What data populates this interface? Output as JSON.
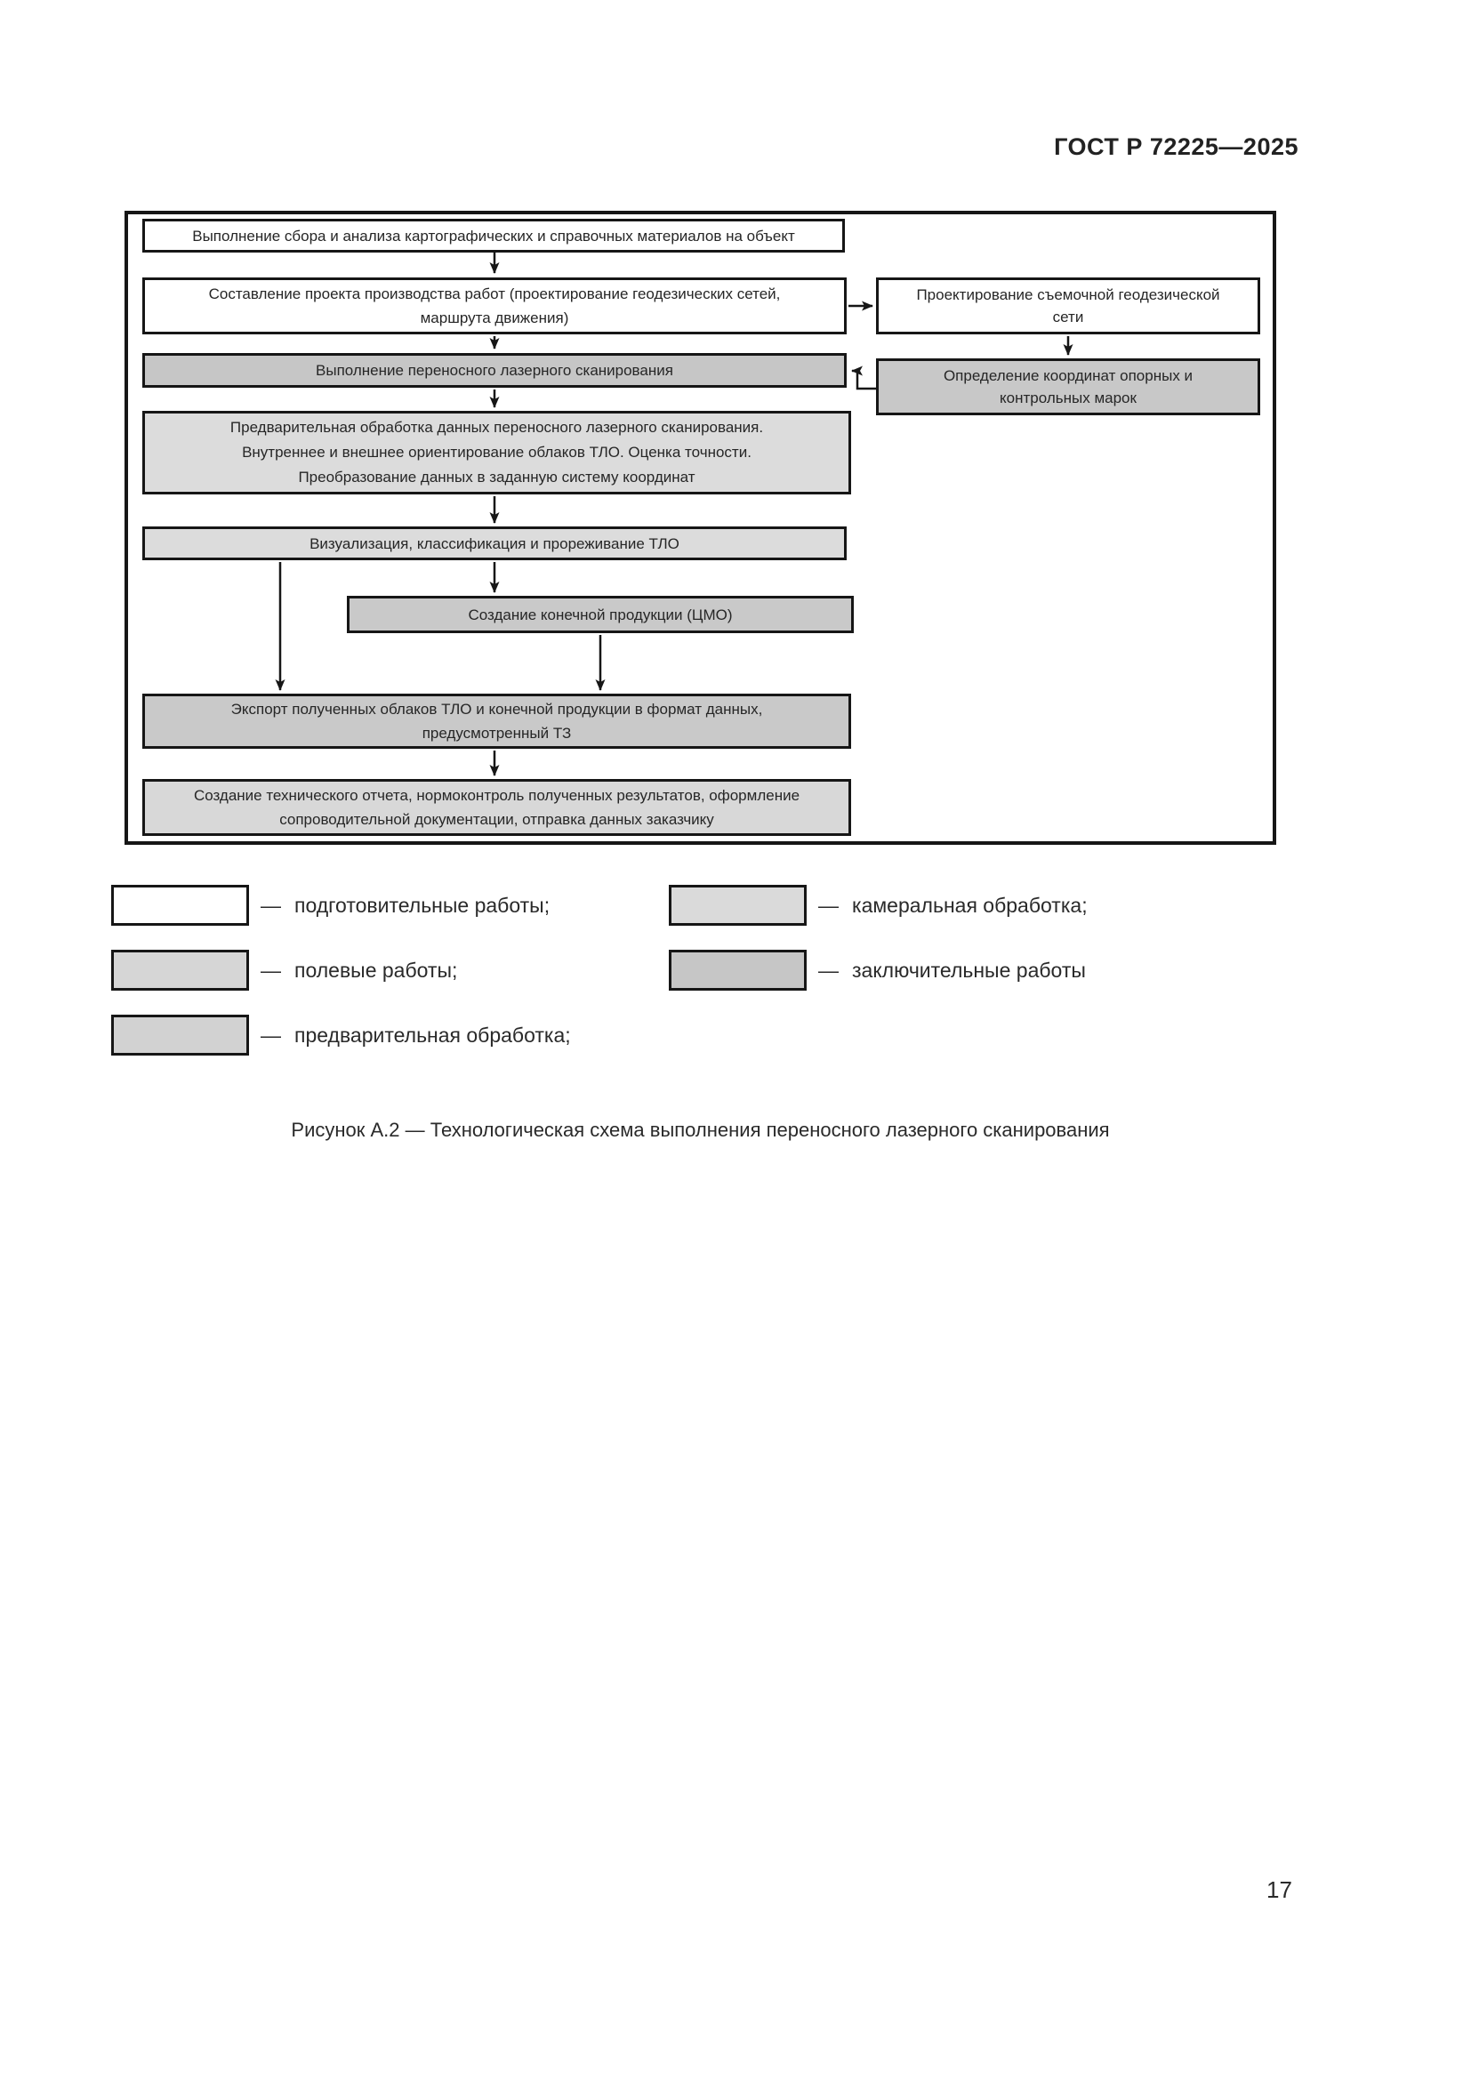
{
  "page": {
    "header": "ГОСТ Р 72225—2025",
    "figure_caption": "Рисунок А.2 — Технологическая схема выполнения переносного лазерного сканирования",
    "page_number": "17"
  },
  "flowchart": {
    "boxes": {
      "collect": {
        "fill": "#ffffff",
        "lines": [
          "Выполнение сбора и анализа картографических и справочных материалов на объект"
        ]
      },
      "project": {
        "fill": "#ffffff",
        "lines": [
          "Составление проекта производства работ (проектирование геодезических сетей,",
          "маршрута движения)"
        ]
      },
      "survey_net": {
        "fill": "#ffffff",
        "lines": [
          "Проектирование съемочной геодезической",
          "сети"
        ]
      },
      "scanning": {
        "fill": "#c6c6c6",
        "lines": [
          "Выполнение переносного лазерного сканирования"
        ]
      },
      "marks": {
        "fill": "#c8c8c8",
        "lines": [
          "Определение координат опорных и",
          "контрольных марок"
        ]
      },
      "preprocessing": {
        "fill": "#dcdcdc",
        "lines": [
          "Предварительная обработка данных переносного лазерного сканирования.",
          "Внутреннее и внешнее ориентирование облаков ТЛО. Оценка точности.",
          "Преобразование данных в заданную систему координат"
        ]
      },
      "visualization": {
        "fill": "#dcdcdc",
        "lines": [
          "Визуализация, классификация и прореживание ТЛО"
        ]
      },
      "final_product": {
        "fill": "#c9c9c9",
        "lines": [
          "Создание конечной продукции (ЦМО)"
        ]
      },
      "export": {
        "fill": "#c9c9c9",
        "lines": [
          "Экспорт полученных облаков ТЛО и конечной продукции в формат данных,",
          "предусмотренный ТЗ"
        ]
      },
      "report": {
        "fill": "#d8d8d8",
        "lines": [
          "Создание технического отчета, нормоконтроль полученных результатов, оформление",
          "сопроводительной документации, отправка данных заказчику"
        ]
      }
    }
  },
  "legend": {
    "dash": "—",
    "items": [
      {
        "swatch": "#ffffff",
        "label": "подготовительные работы;"
      },
      {
        "swatch": "#d6d6d6",
        "label": "полевые работы;"
      },
      {
        "swatch": "#d2d2d2",
        "label": "предварительная обработка;"
      },
      {
        "swatch": "#dadada",
        "label": "камеральная обработка;"
      },
      {
        "swatch": "#c6c6c6",
        "label": "заключительные работы"
      }
    ]
  }
}
